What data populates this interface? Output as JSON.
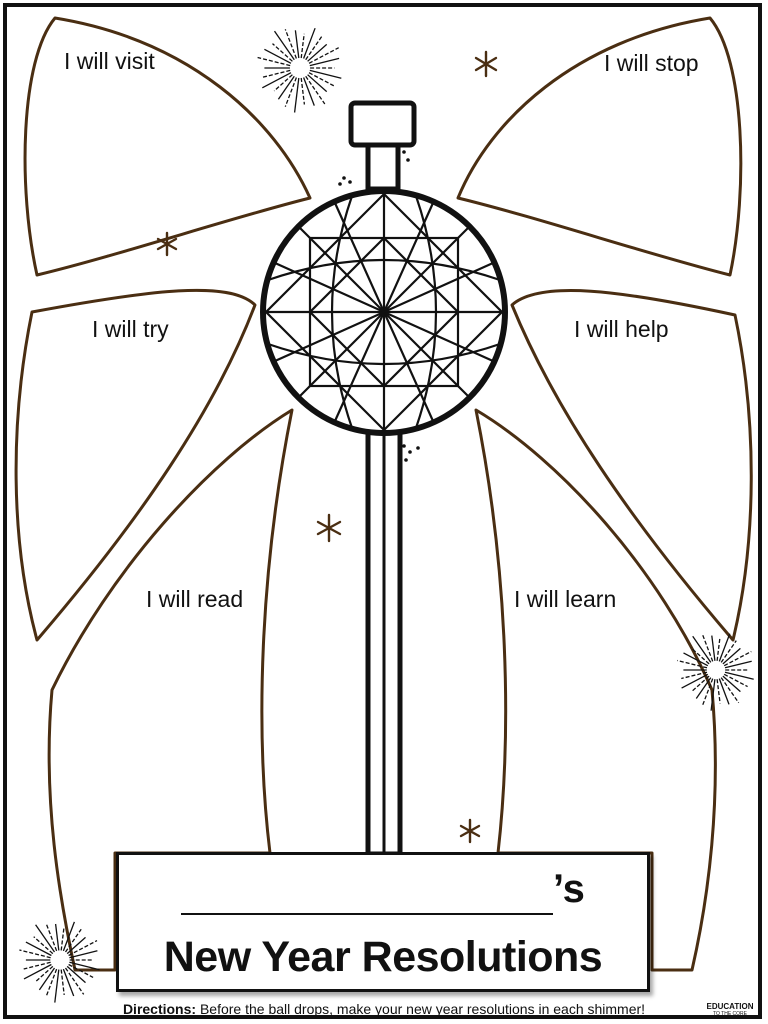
{
  "shimmers": [
    {
      "label": "I will visit"
    },
    {
      "label": "I will stop"
    },
    {
      "label": "I will try"
    },
    {
      "label": "I will help"
    },
    {
      "label": "I will read"
    },
    {
      "label": "I will learn"
    }
  ],
  "title_box": {
    "possessive": "’s",
    "title": "New Year Resolutions"
  },
  "directions": {
    "lead": "Directions:",
    "text": " Before the ball drops, make your new year resolutions in each shimmer!"
  },
  "brand": {
    "line1": "EDUCATION",
    "line2": "TO THE CORE"
  },
  "colors": {
    "shimmer_outline": "#4a2e12",
    "ink": "#111111",
    "border": "#111111"
  },
  "icons": [
    "firework-burst-icon",
    "star-sparkle-icon",
    "disco-ball-icon"
  ]
}
